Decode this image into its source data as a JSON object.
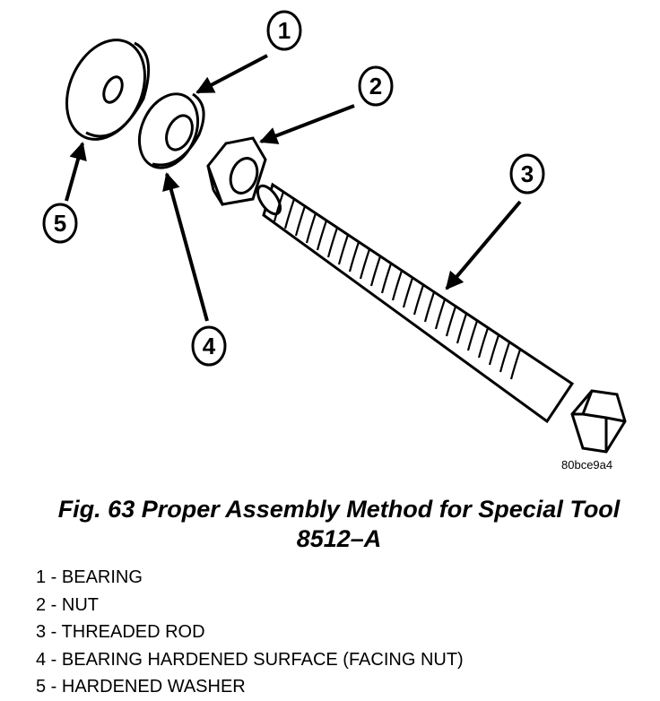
{
  "figure": {
    "code": "80bce9a4",
    "caption_line1": "Fig. 63 Proper Assembly Method for Special Tool",
    "caption_line2": "8512–A"
  },
  "callouts": [
    {
      "number": "1",
      "part": "bearing"
    },
    {
      "number": "2",
      "part": "nut"
    },
    {
      "number": "3",
      "part": "threaded-rod"
    },
    {
      "number": "4",
      "part": "bearing-hardened-surface"
    },
    {
      "number": "5",
      "part": "hardened-washer"
    }
  ],
  "legend": [
    "1 - BEARING",
    "2 - NUT",
    "3 - THREADED ROD",
    "4 - BEARING HARDENED SURFACE (FACING NUT)",
    "5 - HARDENED WASHER"
  ]
}
